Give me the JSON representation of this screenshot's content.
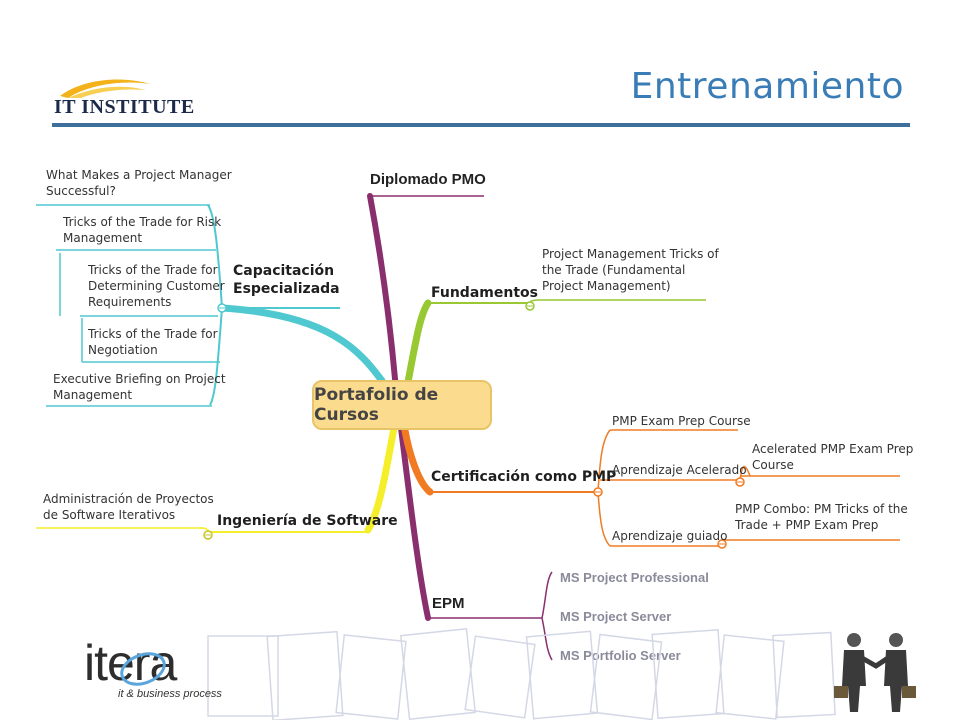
{
  "header": {
    "title": "Entrenamiento",
    "brand_logo_text": "IT INSTITUTE"
  },
  "mindmap": {
    "center": "Portafolio de Cursos",
    "top_branch": "Diplomado PMO",
    "epm": {
      "label": "EPM",
      "items": [
        "MS Project Professional",
        "MS Project Server",
        "MS Portfolio  Server"
      ]
    },
    "capacitacion": {
      "label_line1": "Capacitación",
      "label_line2": "Especializada",
      "items": [
        {
          "l1": "What Makes a Project Manager",
          "l2": "Successful?"
        },
        {
          "l1": "Tricks of the Trade for Risk",
          "l2": "Management"
        },
        {
          "l1": "Tricks of the Trade for",
          "l2": "Determining Customer",
          "l3": "Requirements"
        },
        {
          "l1": "Tricks of the Trade for",
          "l2": "Negotiation"
        },
        {
          "l1": "Executive Briefing on Project",
          "l2": "Management"
        }
      ]
    },
    "fundamentos": {
      "label": "Fundamentos",
      "item": {
        "l1": "Project Management Tricks of",
        "l2": "the Trade (Fundamental",
        "l3": "Project Management)"
      }
    },
    "certificacion": {
      "label": "Certificación como PMP",
      "items": {
        "exam_prep": "PMP Exam Prep Course",
        "acelerado": "Aprendizaje Acelerado",
        "acelerado_sub": {
          "l1": "Acelerated PMP Exam Prep",
          "l2": "Course"
        },
        "guiado": "Aprendizaje guiado",
        "guiado_sub": {
          "l1": "PMP Combo: PM Tricks of the",
          "l2": "Trade + PMP Exam Prep"
        }
      }
    },
    "ingenieria": {
      "label": "Ingeniería de Software",
      "item": {
        "l1": "Administración de Proyectos",
        "l2": "de Software Iterativos"
      }
    }
  },
  "footer": {
    "company_logo_text": "itera",
    "company_tagline": "it & business process"
  },
  "colors": {
    "title_blue": "#3a7db6",
    "rule_blue": "#3e6f9a",
    "teal": "#4fc8d0",
    "lime": "#98c832",
    "orange": "#f07b22",
    "yellow": "#f4ef2a",
    "purple": "#8a2f6d",
    "center_fill": "#fbdc8f"
  }
}
